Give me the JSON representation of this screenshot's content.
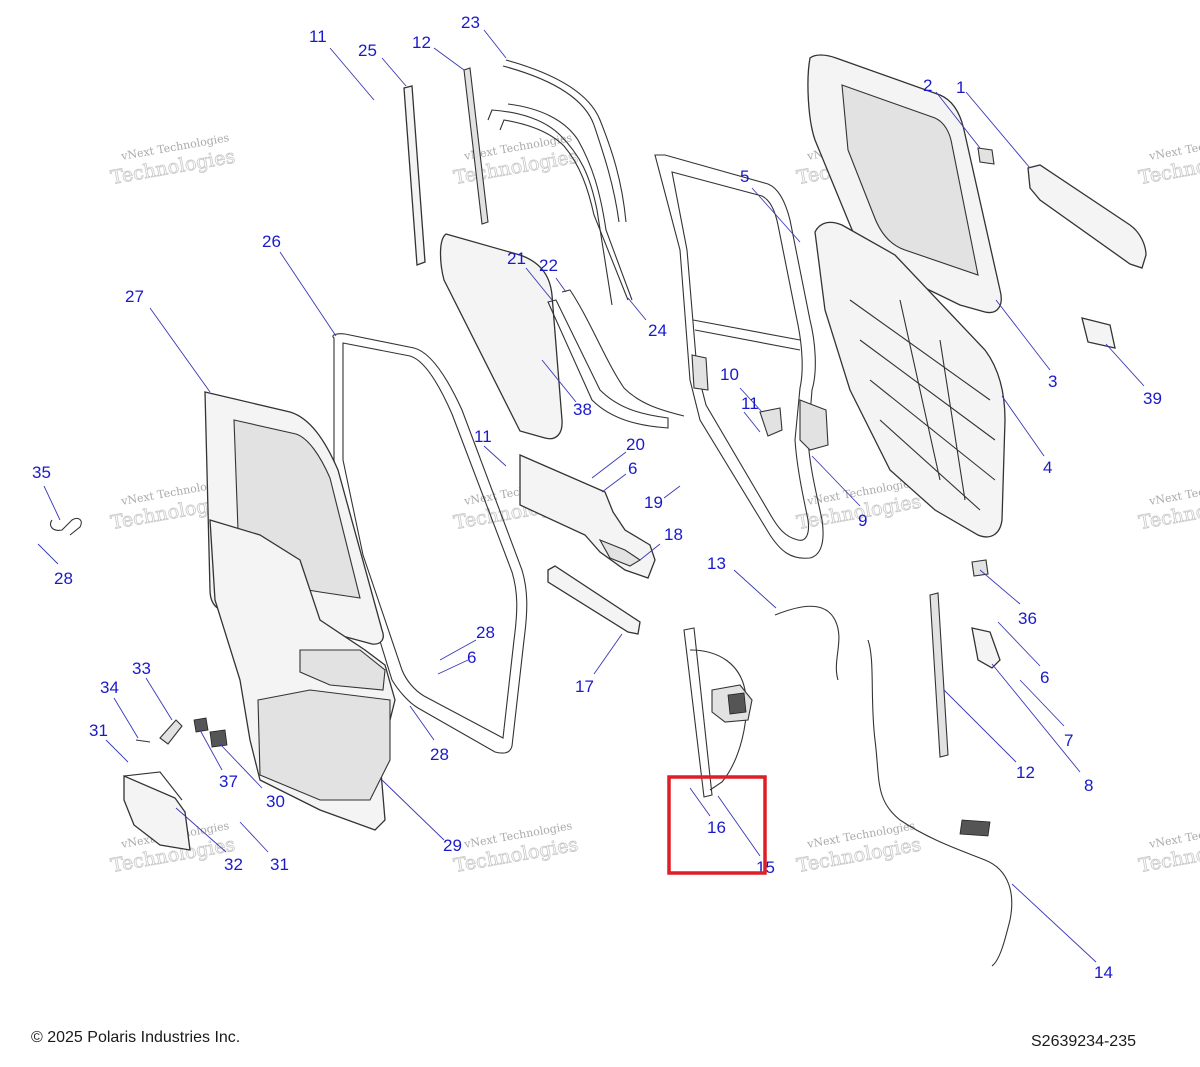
{
  "watermark": {
    "line1": "vNext Technologies",
    "line2": "Technologies"
  },
  "callouts": [
    {
      "n": "11"
    },
    {
      "n": "25"
    },
    {
      "n": "12"
    },
    {
      "n": "23"
    },
    {
      "n": "2"
    },
    {
      "n": "1"
    },
    {
      "n": "5"
    },
    {
      "n": "26"
    },
    {
      "n": "27"
    },
    {
      "n": "21"
    },
    {
      "n": "22"
    },
    {
      "n": "24"
    },
    {
      "n": "3"
    },
    {
      "n": "39"
    },
    {
      "n": "38"
    },
    {
      "n": "10"
    },
    {
      "n": "11"
    },
    {
      "n": "4"
    },
    {
      "n": "11"
    },
    {
      "n": "20"
    },
    {
      "n": "6"
    },
    {
      "n": "19"
    },
    {
      "n": "9"
    },
    {
      "n": "35"
    },
    {
      "n": "28"
    },
    {
      "n": "18"
    },
    {
      "n": "13"
    },
    {
      "n": "36"
    },
    {
      "n": "17"
    },
    {
      "n": "28"
    },
    {
      "n": "6"
    },
    {
      "n": "6"
    },
    {
      "n": "7"
    },
    {
      "n": "33"
    },
    {
      "n": "34"
    },
    {
      "n": "31"
    },
    {
      "n": "28"
    },
    {
      "n": "37"
    },
    {
      "n": "30"
    },
    {
      "n": "12"
    },
    {
      "n": "8"
    },
    {
      "n": "16"
    },
    {
      "n": "15"
    },
    {
      "n": "29"
    },
    {
      "n": "32"
    },
    {
      "n": "31"
    },
    {
      "n": "14"
    }
  ],
  "highlight": {
    "color": "#dd1f26"
  },
  "colors": {
    "callout": "#1a1acc",
    "lines": "#333333"
  },
  "footer": {
    "copyright": "© 2025 Polaris Industries Inc.",
    "drawing_id": "S2639234-235"
  }
}
